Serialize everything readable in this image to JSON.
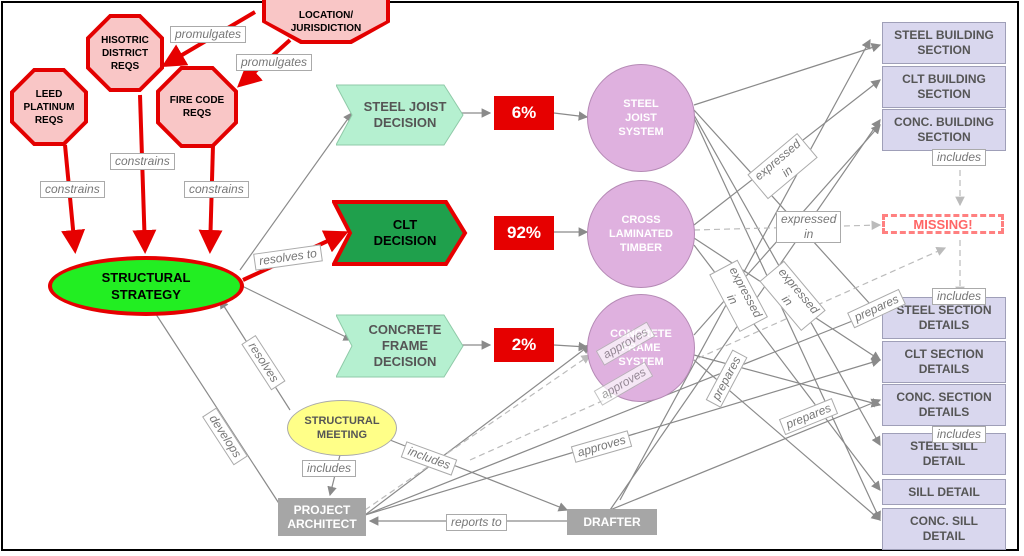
{
  "requirements": {
    "location": "LOCATION/\nJURISDICTION",
    "historic": "HISOTRIC\nDISTRICT\nREQS",
    "leed": "LEED\nPLATINUM\nREQS",
    "fire": "FIRE CODE\nREQS"
  },
  "strategy": "STRUCTURAL\nSTRATEGY",
  "decisions": {
    "steel": "STEEL JOIST\nDECISION",
    "clt": "CLT\nDECISION",
    "concrete": "CONCRETE\nFRAME\nDECISION"
  },
  "percentages": {
    "steel": "6%",
    "clt": "92%",
    "concrete": "2%"
  },
  "systems": {
    "steel": "STEEL\nJOIST\nSYSTEM",
    "clt": "CROSS\nLAMINATED\nTIMBER",
    "concrete": "CONCRETE\nFRAME\nSYSTEM"
  },
  "sections": {
    "steel_building": "STEEL BUILDING\nSECTION",
    "clt_building": "CLT BUILDING\nSECTION",
    "conc_building": "CONC. BUILDING\nSECTION",
    "missing": "MISSING!",
    "steel_details": "STEEL SECTION\nDETAILS",
    "clt_details": "CLT SECTION\nDETAILS",
    "conc_details": "CONC. SECTION\nDETAILS",
    "steel_sill": "STEEL SILL\nDETAIL",
    "sill": "SILL DETAIL",
    "conc_sill": "CONC. SILL\nDETAIL"
  },
  "people": {
    "meeting": "STRUCTURAL\nMEETING",
    "architect": "PROJECT\nARCHITECT",
    "drafter": "DRAFTER"
  },
  "edge_labels": {
    "promulgates_1": "promulgates",
    "promulgates_2": "promulgates",
    "constrains_1": "constrains",
    "constrains_2": "constrains",
    "constrains_3": "constrains",
    "resolves_to": "resolves to",
    "resolves": "resolves",
    "develops": "develops",
    "includes_1": "includes",
    "includes_2": "includes",
    "includes_3": "includes",
    "includes_4": "includes",
    "includes_5": "includes",
    "approves_1": "approves",
    "approves_2": "approves",
    "approves_3": "approves",
    "reports_to": "reports to",
    "expressed_in_1": "expressed\nin",
    "expressed_in_2": "expressed\nin",
    "expressed_in_3": "expressed\nin",
    "expressed_in_4": "expressed\nin",
    "prepares_1": "prepares",
    "prepares_2": "prepares",
    "prepares_3": "prepares"
  },
  "colors": {
    "red": "#e60000",
    "decision_green": "#b5f0d0",
    "selected_green": "#1fa04c",
    "strategy_green": "#22ee22",
    "circle_purple": "#dfb1df",
    "section_lavender": "#d9d7ee",
    "meeting_yellow": "#ffff88"
  }
}
